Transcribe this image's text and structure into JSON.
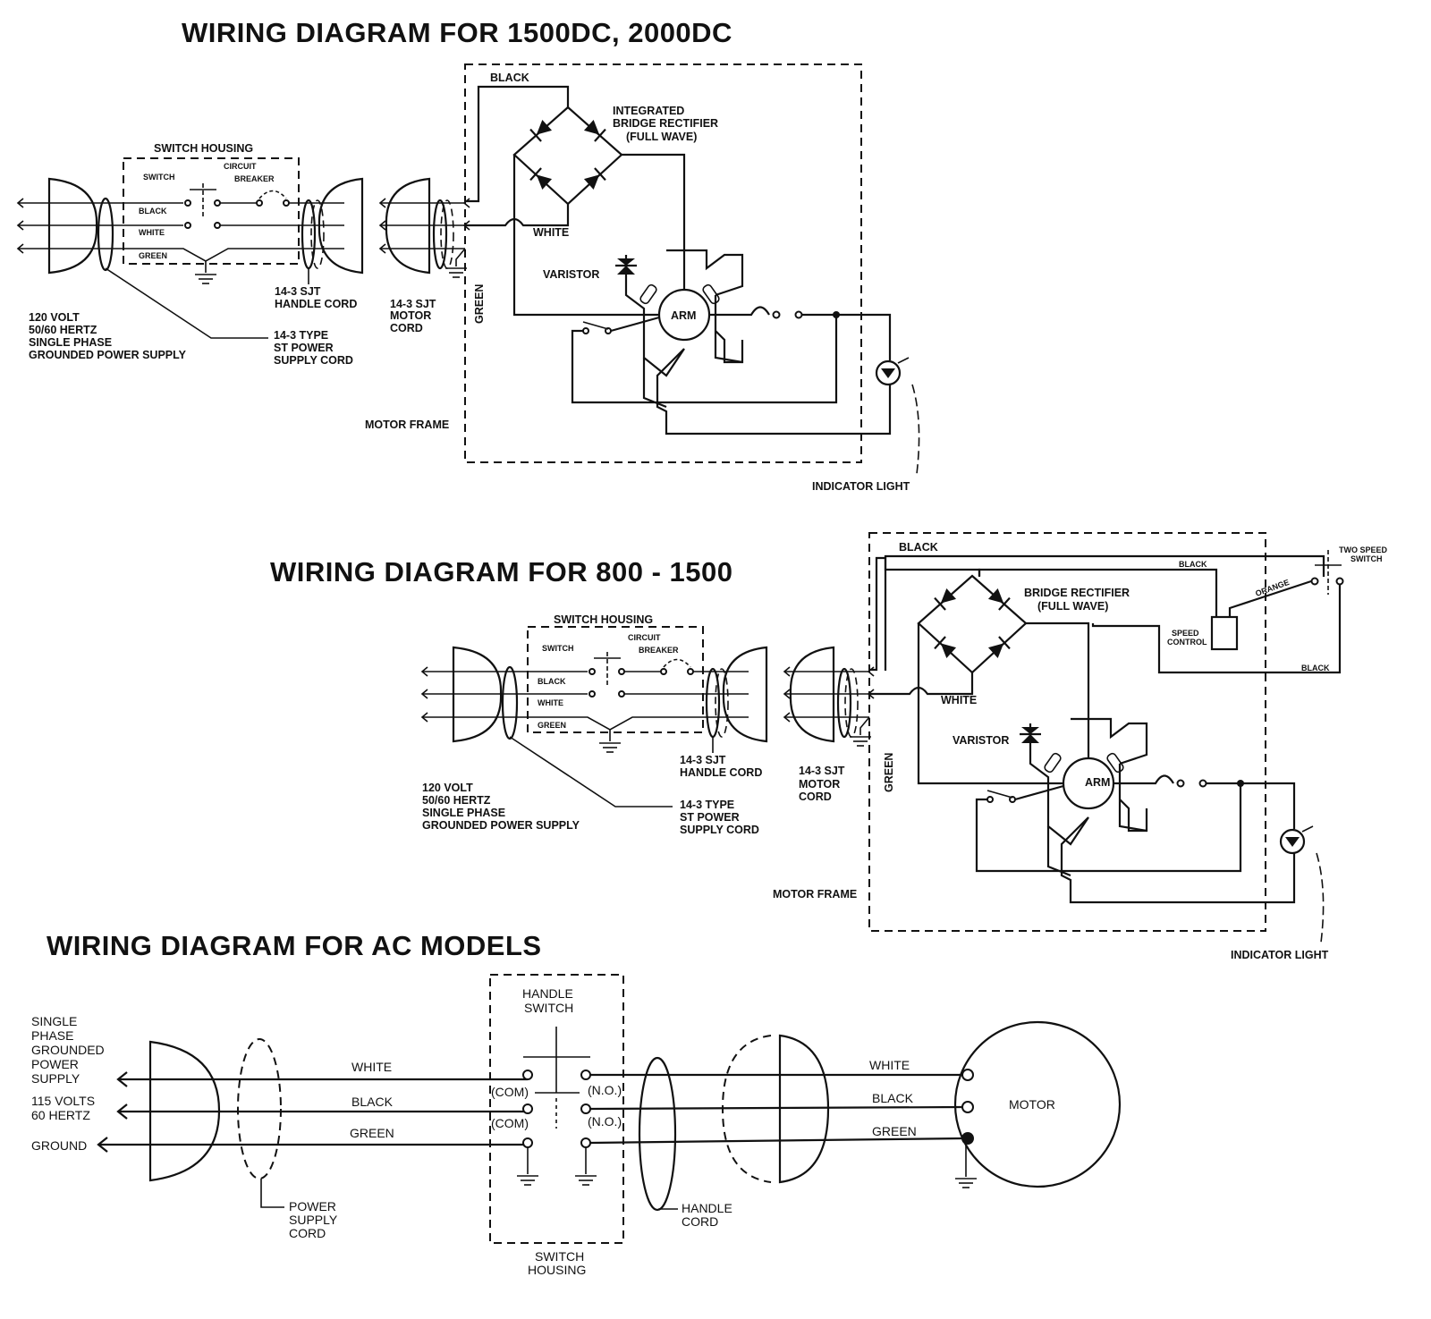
{
  "diagram_dc1": {
    "title": "WIRING DIAGRAM FOR 1500DC, 2000DC",
    "black": "BLACK",
    "rectifier": [
      "INTEGRATED",
      "BRIDGE RECTIFIER",
      "(FULL WAVE)"
    ],
    "switch_housing": "SWITCH HOUSING",
    "switch": "SWITCH",
    "breaker": [
      "CIRCUIT",
      "BREAKER"
    ],
    "wire_black": "BLACK",
    "wire_white": "WHITE",
    "wire_green": "GREEN",
    "white": "WHITE",
    "varistor": "VARISTOR",
    "arm": "ARM",
    "handle_cord": [
      "14-3 SJT",
      "HANDLE CORD"
    ],
    "motor_cord": [
      "14-3 SJT",
      "MOTOR",
      "CORD"
    ],
    "green": "GREEN",
    "power_supply": [
      "120 VOLT",
      "50/60 HERTZ",
      "SINGLE PHASE",
      "GROUNDED POWER SUPPLY"
    ],
    "power_cord": [
      "14-3 TYPE",
      "ST POWER",
      "SUPPLY CORD"
    ],
    "motor_frame": "MOTOR FRAME",
    "indicator_light": "INDICATOR LIGHT"
  },
  "diagram_dc2": {
    "title": "WIRING DIAGRAM FOR 800 - 1500",
    "black_top": "BLACK",
    "black_speed": "BLACK",
    "orange": "ORANGE",
    "two_speed_switch": [
      "TWO SPEED",
      "SWITCH"
    ],
    "speed_control": [
      "SPEED",
      "CONTROL"
    ],
    "black_bottom": "BLACK",
    "rectifier": [
      "BRIDGE RECTIFIER",
      "(FULL WAVE)"
    ],
    "switch_housing": "SWITCH HOUSING",
    "switch": "SWITCH",
    "breaker": [
      "CIRCUIT",
      "BREAKER"
    ],
    "wire_black": "BLACK",
    "wire_white": "WHITE",
    "wire_green": "GREEN",
    "white": "WHITE",
    "varistor": "VARISTOR",
    "arm": "ARM",
    "handle_cord": [
      "14-3 SJT",
      "HANDLE CORD"
    ],
    "motor_cord": [
      "14-3 SJT",
      "MOTOR",
      "CORD"
    ],
    "green": "GREEN",
    "power_supply": [
      "120 VOLT",
      "50/60 HERTZ",
      "SINGLE PHASE",
      "GROUNDED POWER SUPPLY"
    ],
    "power_cord": [
      "14-3 TYPE",
      "ST POWER",
      "SUPPLY CORD"
    ],
    "motor_frame": "MOTOR FRAME",
    "indicator_light": "INDICATOR LIGHT"
  },
  "diagram_ac": {
    "title": "WIRING DIAGRAM FOR AC MODELS",
    "supply": [
      "SINGLE",
      "PHASE",
      "GROUNDED",
      "POWER",
      "SUPPLY"
    ],
    "voltage": [
      "115 VOLTS",
      "60 HERTZ"
    ],
    "ground": "GROUND",
    "handle_switch": [
      "HANDLE",
      "SWITCH"
    ],
    "white": "WHITE",
    "black": "BLACK",
    "green": "GREEN",
    "com": "(COM)",
    "no": "(N.O.)",
    "motor": "MOTOR",
    "power_supply_cord": [
      "POWER",
      "SUPPLY",
      "CORD"
    ],
    "handle_cord": [
      "HANDLE",
      "CORD"
    ],
    "switch_housing": [
      "SWITCH",
      "HOUSING"
    ]
  }
}
